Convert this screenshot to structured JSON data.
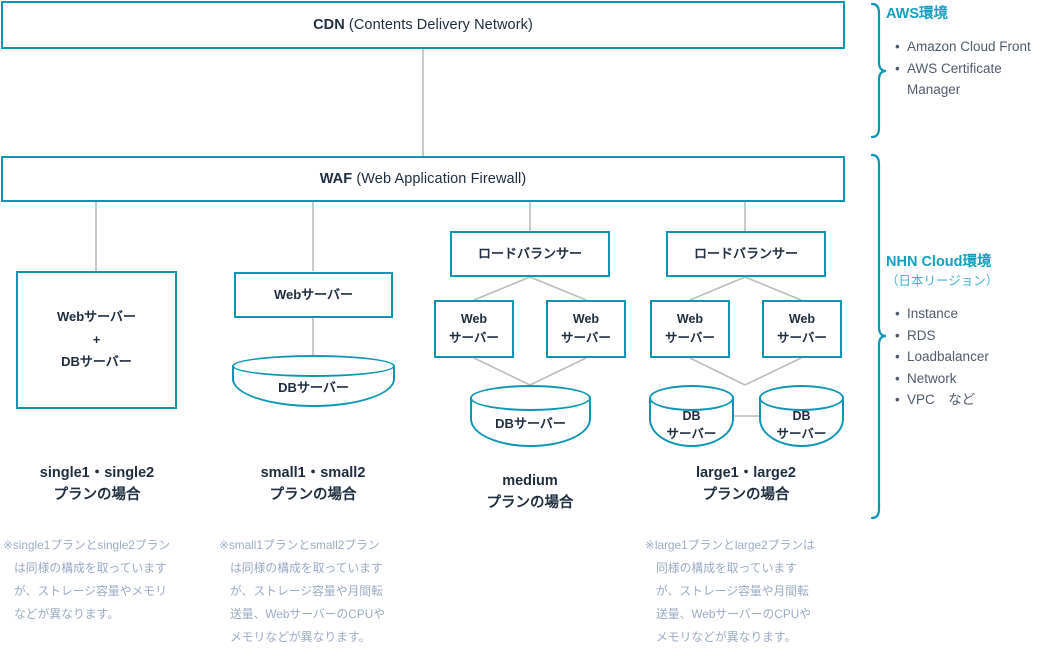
{
  "diagram": {
    "title_banners": [
      {
        "bold": "CDN",
        "rest": " (Contents Delivery Network)"
      },
      {
        "bold": "WAF",
        "rest": " (Web Application Firewall)"
      }
    ],
    "columns": [
      {
        "key": "single",
        "plan_label_line1": "single1・single2",
        "plan_label_line2": "プランの場合",
        "nodes": [
          {
            "type": "box",
            "text": "Webサーバー\n+\nDBサーバー"
          }
        ],
        "footnote": [
          "※single1プランとsingle2プラン",
          "は同様の構成を取っています",
          "が、ストレージ容量やメモリ",
          "などが異なります。"
        ]
      },
      {
        "key": "small",
        "plan_label_line1": "small1・small2",
        "plan_label_line2": "プランの場合",
        "nodes": [
          {
            "type": "box",
            "text": "Webサーバー"
          },
          {
            "type": "cylinder",
            "text": "DBサーバー"
          }
        ],
        "footnote": [
          "※small1プランとsmall2プラン",
          "は同様の構成を取っています",
          "が、ストレージ容量や月間転",
          "送量、WebサーバーのCPUや",
          "メモリなどが異なります。"
        ]
      },
      {
        "key": "medium",
        "plan_label_line1": "medium",
        "plan_label_line2": "プランの場合",
        "nodes": [
          {
            "type": "box",
            "text": "ロードバランサー"
          },
          {
            "type": "box",
            "text": "Web\nサーバー"
          },
          {
            "type": "box",
            "text": "Web\nサーバー"
          },
          {
            "type": "cylinder",
            "text": "DBサーバー"
          }
        ],
        "footnote": []
      },
      {
        "key": "large",
        "plan_label_line1": "large1・large2",
        "plan_label_line2": "プランの場合",
        "nodes": [
          {
            "type": "box",
            "text": "ロードバランサー"
          },
          {
            "type": "box",
            "text": "Web\nサーバー"
          },
          {
            "type": "box",
            "text": "Web\nサーバー"
          },
          {
            "type": "cylinder",
            "text": "DB\nサーバー"
          },
          {
            "type": "cylinder",
            "text": "DB\nサーバー"
          }
        ],
        "footnote": [
          "※large1プランとlarge2プランは",
          "同様の構成を取っています",
          "が、ストレージ容量や月間転",
          "送量、WebサーバーのCPUや",
          "メモリなどが異なります。"
        ]
      }
    ],
    "node_texts": {
      "cdn_bold": "CDN",
      "cdn_rest": " (Contents Delivery Network)",
      "waf_bold": "WAF",
      "waf_rest": " (Web Application Firewall)",
      "single_combo_l1": "Webサーバー",
      "single_combo_l2": "+",
      "single_combo_l3": "DBサーバー",
      "web_server": "Webサーバー",
      "db_server": "DBサーバー",
      "load_balancer": "ロードバランサー",
      "web_l1": "Web",
      "web_l2": "サーバー",
      "db_l1": "DB",
      "db_l2": "サーバー"
    },
    "legend": {
      "aws": {
        "title": "AWS環境",
        "items": [
          "Amazon Cloud Front",
          "AWS Certificate Manager"
        ]
      },
      "nhn": {
        "title": "NHN Cloud環境",
        "subtitle": "（日本リージョン）",
        "items": [
          "Instance",
          "RDS",
          "Loadbalancer",
          "Network",
          "VPC　など"
        ]
      }
    },
    "plan_labels": {
      "single_l1": "single1・single2",
      "single_l2": "プランの場合",
      "small_l1": "small1・small2",
      "small_l2": "プランの場合",
      "medium_l1": "medium",
      "medium_l2": "プランの場合",
      "large_l1": "large1・large2",
      "large_l2": "プランの場合"
    },
    "footnotes": {
      "single": [
        "※single1プランとsingle2プラン",
        "は同様の構成を取っています",
        "が、ストレージ容量やメモリ",
        "などが異なります。"
      ],
      "small": [
        "※small1プランとsmall2プラン",
        "は同様の構成を取っています",
        "が、ストレージ容量や月間転",
        "送量、WebサーバーのCPUや",
        "メモリなどが異なります。"
      ],
      "large": [
        "※large1プランとlarge2プランは",
        "同様の構成を取っています",
        "が、ストレージ容量や月間転",
        "送量、WebサーバーのCPUや",
        "メモリなどが異なります。"
      ]
    },
    "colors": {
      "accent_teal": "#0d96b3",
      "legend_teal": "#12a0c0",
      "text_dark": "#1d2d3e",
      "connector_gray": "#b9bcc0",
      "footnote_gray": "#9aabc4"
    }
  }
}
